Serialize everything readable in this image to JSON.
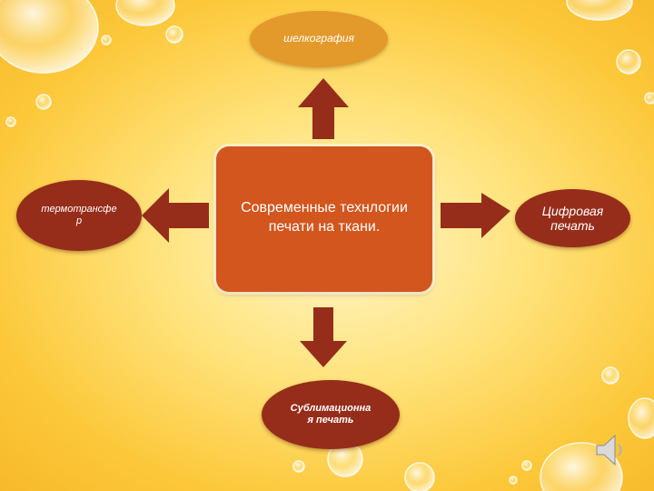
{
  "diagram": {
    "center": {
      "label_line1": "Современные технлогии",
      "label_line2": "печати на ткани."
    },
    "top": {
      "label": "шелкография"
    },
    "left": {
      "label_line1": "термотрансфе",
      "label_line2": "р"
    },
    "right": {
      "label_line1": "Цифровая",
      "label_line2": "печать"
    },
    "bottom": {
      "label_line1": "Сублимационна",
      "label_line2": "я печать"
    }
  },
  "colors": {
    "background": "#ffe27a",
    "center_box": "#d2561e",
    "top_node": "#e39a2b",
    "dark_node": "#962d1a",
    "arrow": "#962d1a"
  },
  "icons": {
    "speaker": "speaker-icon"
  }
}
